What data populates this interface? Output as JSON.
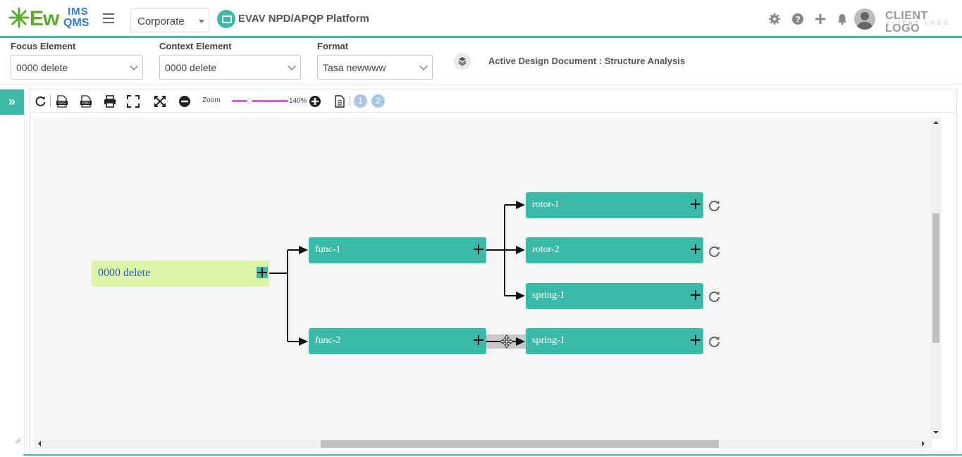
{
  "header": {
    "logo": {
      "main": "Ew",
      "top": "IMS",
      "bottom": "QMS"
    },
    "organization_select": "Corporate",
    "platform_title": "EVAV NPD/APQP Platform",
    "icons": [
      "gear-icon",
      "help-icon",
      "plus-icon",
      "bell-icon",
      "avatar"
    ],
    "client_logo": "CLIENT LOGO",
    "client_logo_sub": "CLIENT LOGO"
  },
  "filters": {
    "focus": {
      "label": "Focus Element",
      "value": "0000 delete"
    },
    "context": {
      "label": "Context Element",
      "value": "0000 delete"
    },
    "format": {
      "label": "Format",
      "value": "Tasa newwww"
    },
    "active_document": "Active Design Document : Structure Analysis"
  },
  "sidebar": {
    "toggle_label": "»"
  },
  "toolbar": {
    "tools": [
      "refresh-icon",
      "svg-export-icon",
      "png-export-icon",
      "print-icon",
      "fit-screen-icon",
      "expand-icon",
      "zoom-out-icon"
    ],
    "zoom_label": "Zoom",
    "zoom_value": "140%",
    "zoom_level_percent": 140,
    "pages": [
      "1",
      "2"
    ]
  },
  "tree": {
    "root": "0000 delete",
    "level1": [
      "func-1",
      "func-2"
    ],
    "level2": [
      "rotor-1",
      "rotor-2",
      "spring-1",
      "spring-1"
    ]
  },
  "colors": {
    "accent": "#3db9a8",
    "node": "#3bb9a9",
    "root_node": "#dcf5a6",
    "root_text": "#2b5cc7",
    "zoom_slider": "#d35fd6",
    "page_badge": "#aac7e8"
  }
}
